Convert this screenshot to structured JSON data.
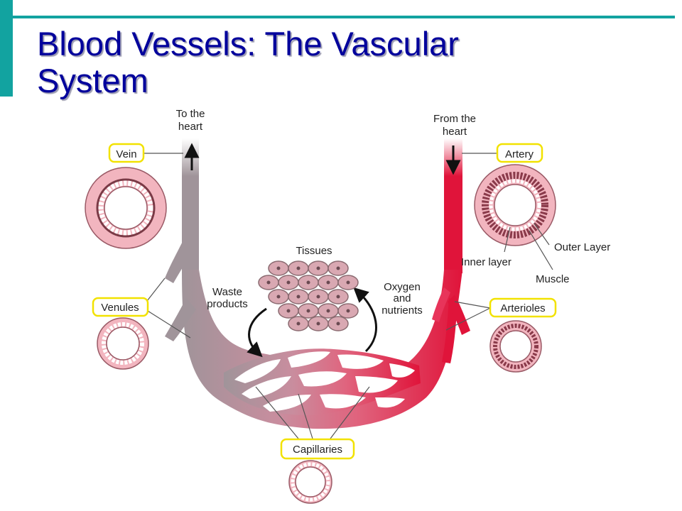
{
  "slide": {
    "title_line1": "Blood Vessels: The Vascular",
    "title_line2": "System"
  },
  "colors": {
    "accent": "#12a3a0",
    "title": "#00009c",
    "label_box": "#f2e200",
    "venous": "#9c8b90",
    "arterial": "#e0143a",
    "vessel_wall": "#f0aab6"
  },
  "labels": {
    "to_heart_1": "To the",
    "to_heart_2": "heart",
    "from_heart_1": "From the",
    "from_heart_2": "heart",
    "vein": "Vein",
    "artery": "Artery",
    "venules": "Venules",
    "arterioles": "Arterioles",
    "capillaries": "Capillaries",
    "tissues": "Tissues",
    "waste_1": "Waste",
    "waste_2": "products",
    "oxygen_1": "Oxygen",
    "oxygen_2": "and",
    "oxygen_3": "nutrients",
    "outer_layer": "Outer Layer",
    "inner_layer": "Inner layer",
    "muscle": "Muscle"
  }
}
